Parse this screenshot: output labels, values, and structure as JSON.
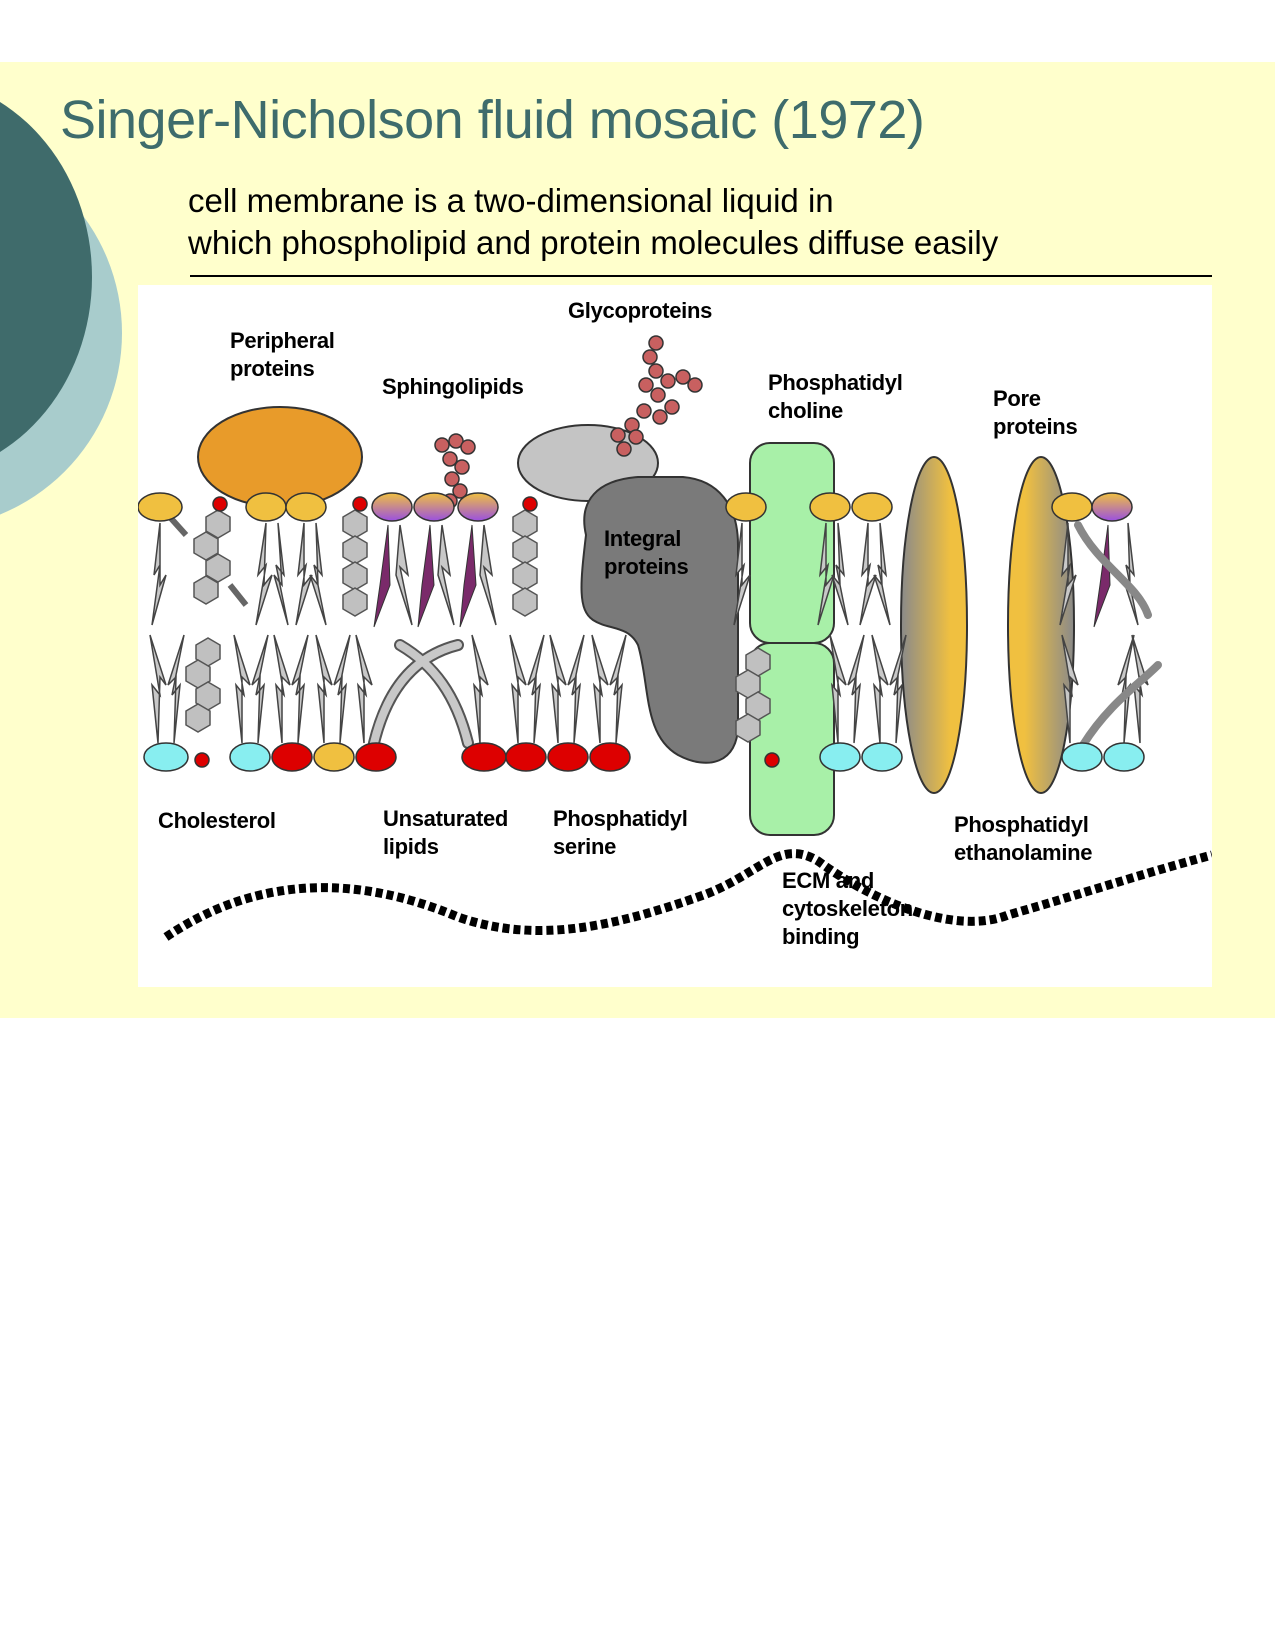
{
  "slide": {
    "title": "Singer-Nicholson fluid mosaic (1972)",
    "subtitle_line1": "cell membrane is a two-dimensional liquid in",
    "subtitle_line2": "which phospholipid and protein molecules diffuse easily"
  },
  "figure": {
    "labels": {
      "glycoproteins": "Glycoproteins",
      "peripheral_proteins": "Peripheral\nproteins",
      "sphingolipids": "Sphingolipids",
      "phosphatidyl_choline": "Phosphatidyl\ncholine",
      "pore_proteins": "Pore\nproteins",
      "integral_proteins": "Integral\nproteins",
      "cholesterol": "Cholesterol",
      "unsaturated_lipids": "Unsaturated\nlipids",
      "phosphatidyl_serine": "Phosphatidyl\nserine",
      "phosphatidyl_ethanolamine": "Phosphatidyl\nethanolamine",
      "ecm_binding": "ECM and\ncytoskeleton\nbinding"
    },
    "colors": {
      "peripheral_protein": "#e89b2a",
      "glyco_protein": "#c4c4c4",
      "integral_protein": "#7a7a7a",
      "channel_protein": "#a8f0a8",
      "pore_protein": "#f0c040",
      "choline_head": "#f0c040",
      "ethanolamine_head": "#88eef0",
      "serine_head": "#dd0000",
      "sphingolipid_head": "#b070e0",
      "lipid_tail": "#c8c8c8",
      "cholesterol": "#c0c0c0"
    }
  }
}
